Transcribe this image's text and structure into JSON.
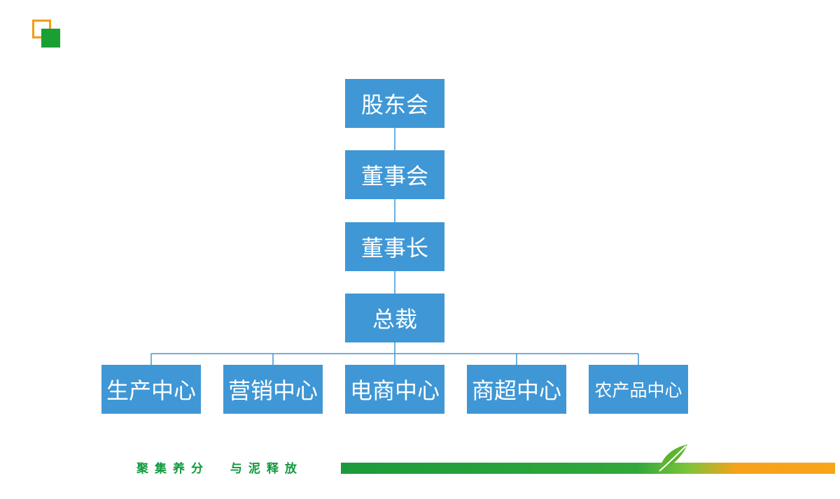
{
  "org_chart": {
    "levels": {
      "shareholders": "股东会",
      "board": "董事会",
      "chairman": "董事长",
      "president": "总裁"
    },
    "centers": [
      {
        "label": "生产中心"
      },
      {
        "label": "营销中心"
      },
      {
        "label": "电商中心"
      },
      {
        "label": "商超中心"
      },
      {
        "label": "农产品中心"
      }
    ]
  },
  "footer": {
    "slogan": "聚集养分  与泥释放"
  },
  "colors": {
    "box_fill": "#3f97d6",
    "connector": "#3f97d6",
    "logo_orange": "#f39c12",
    "logo_green": "#1aa032",
    "slogan_green": "#0f9a3c",
    "bar_green": "#1a9b3b",
    "bar_orange": "#f8a51a"
  }
}
